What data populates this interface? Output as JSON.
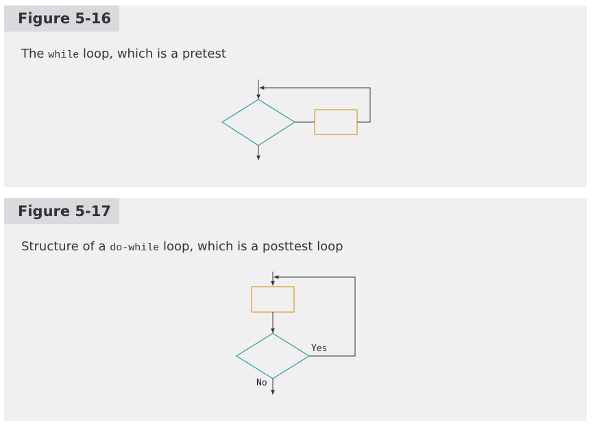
{
  "figures": [
    {
      "label": "Figure 5-16",
      "caption": {
        "before": "The ",
        "code": "while",
        "after": " loop, which is a pretest"
      }
    },
    {
      "label": "Figure 5-17",
      "caption": {
        "before": "Structure of a ",
        "code": "do-while",
        "after": " loop, which is a posttest loop"
      },
      "diagram_labels": {
        "yes": "Yes",
        "no": "No"
      }
    }
  ],
  "colors": {
    "decision_stroke": "#2e9aa0",
    "process_stroke": "#d99a2b",
    "line": "#333333",
    "panel_bg": "#f0f0f0",
    "label_bg": "#d9d9de"
  }
}
